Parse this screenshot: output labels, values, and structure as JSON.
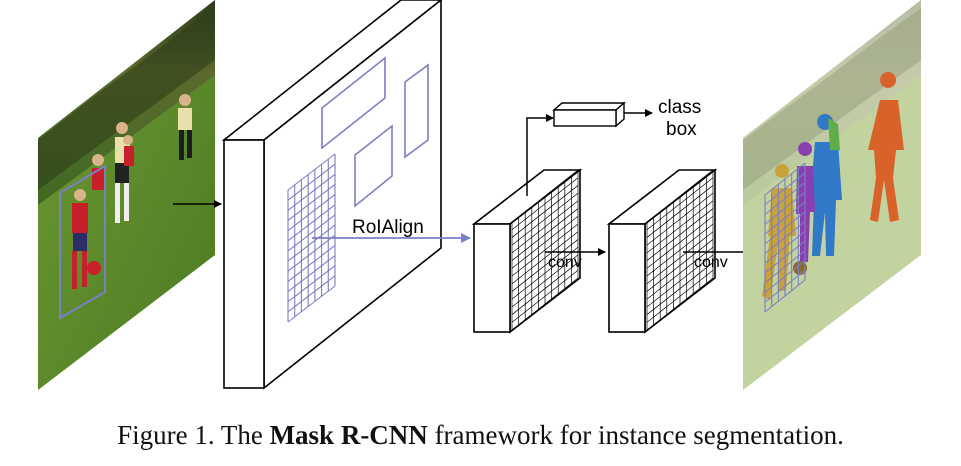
{
  "labels": {
    "roialign": "RoIAlign",
    "conv_1": "conv",
    "conv_2": "conv",
    "class": "class",
    "box": "box"
  },
  "caption": {
    "prefix": "Figure 1. The ",
    "bold": "Mask R-CNN",
    "suffix": " framework for instance segmentation."
  },
  "colors": {
    "roi_blue": "#7b7fc4",
    "mask_orange": "#d9622b",
    "mask_blue": "#2f79c8",
    "mask_purple": "#8a3fb0",
    "mask_yellow": "#c9a23a",
    "mask_green": "#5fae4a"
  }
}
